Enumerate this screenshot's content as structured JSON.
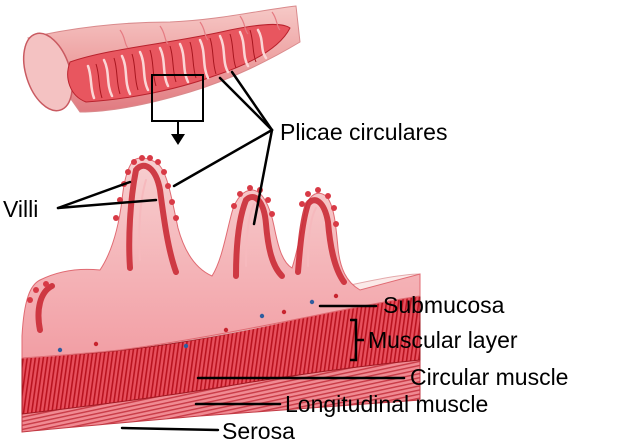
{
  "labels": {
    "plicae_circulares": "Plicae circulares",
    "villi": "Villi",
    "submucosa": "Submucosa",
    "muscular_layer": "Muscular layer",
    "circular_muscle": "Circular muscle",
    "longitudinal_muscle": "Longitudinal muscle",
    "serosa": "Serosa"
  },
  "colors": {
    "tissue_light": "#f3b7b9",
    "tissue_mid": "#e8616b",
    "tissue_dark": "#c8242f",
    "tissue_pale": "#f9dcdc",
    "muscle_stripe": "#b9131f",
    "vessel_blue": "#2f5d9f",
    "outline": "#000000"
  }
}
